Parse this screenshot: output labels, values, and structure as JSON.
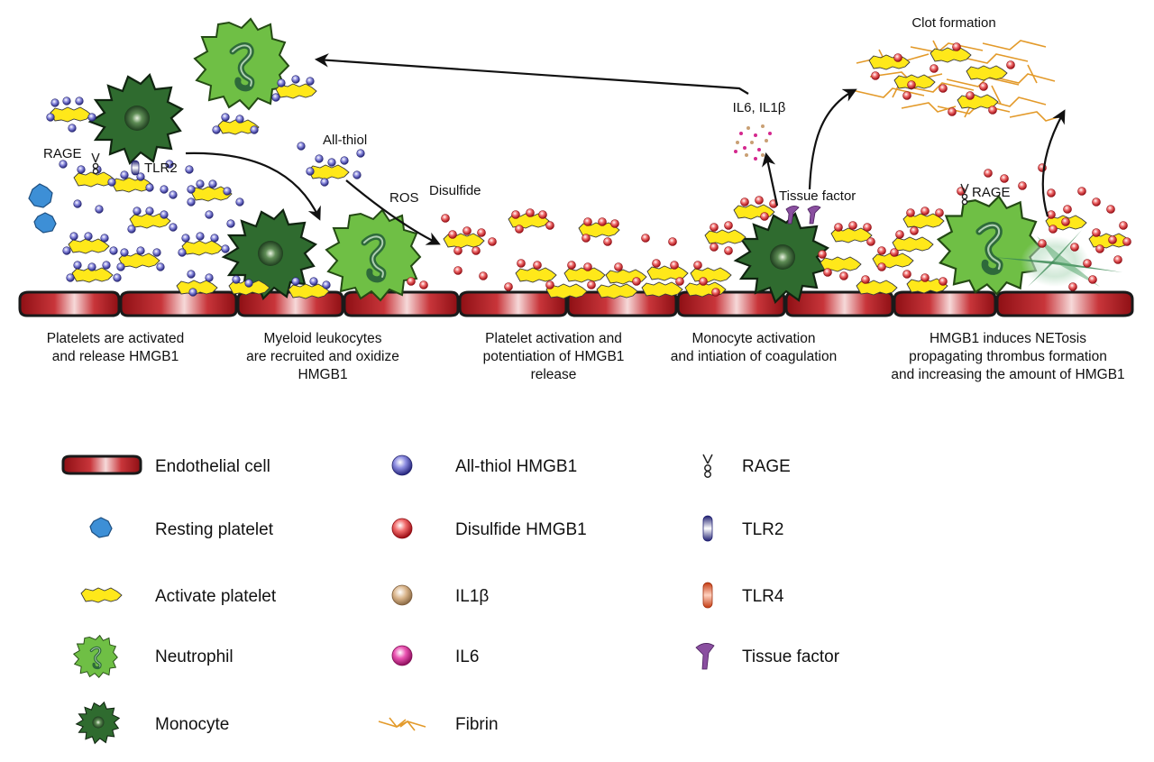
{
  "labels": {
    "clot_formation": "Clot formation",
    "il6_il1b": "IL6, IL1β",
    "rage_left": "RAGE",
    "tlr2": "TLR2",
    "all_thiol": "All-thiol",
    "ros": "ROS",
    "disulfide": "Disulfide",
    "tissue_factor": "Tissue factor",
    "rage_right": "RAGE"
  },
  "stages": [
    {
      "lines": [
        "Platelets are activated",
        "and release HMGB1"
      ]
    },
    {
      "lines": [
        "Myeloid leukocytes",
        "are recruited and oxidize",
        "HMGB1"
      ]
    },
    {
      "lines": [
        "Platelet activation and",
        "potentiation of HMGB1",
        "release"
      ]
    },
    {
      "lines": [
        "Monocyte activation",
        "and intiation of coagulation"
      ]
    },
    {
      "lines": [
        "HMGB1 induces NETosis",
        "propagating thrombus formation",
        "and increasing the amount of HMGB1"
      ]
    }
  ],
  "legend": {
    "col1": [
      {
        "icon": "endothelial-cell-icon",
        "label": "Endothelial cell"
      },
      {
        "icon": "resting-platelet-icon",
        "label": "Resting platelet"
      },
      {
        "icon": "activated-platelet-icon",
        "label": "Activate platelet"
      },
      {
        "icon": "neutrophil-icon",
        "label": "Neutrophil"
      },
      {
        "icon": "monocyte-icon",
        "label": "Monocyte"
      }
    ],
    "col2": [
      {
        "icon": "all-thiol-hmgb1-icon",
        "label": "All-thiol HMGB1"
      },
      {
        "icon": "disulfide-hmgb1-icon",
        "label": "Disulfide HMGB1"
      },
      {
        "icon": "il1b-icon",
        "label": "IL1β"
      },
      {
        "icon": "il6-icon",
        "label": "IL6"
      },
      {
        "icon": "fibrin-icon",
        "label": "Fibrin"
      }
    ],
    "col3": [
      {
        "icon": "rage-icon",
        "label": "RAGE"
      },
      {
        "icon": "tlr2-icon",
        "label": "TLR2"
      },
      {
        "icon": "tlr4-icon",
        "label": "TLR4"
      },
      {
        "icon": "tissue-factor-icon",
        "label": "Tissue factor"
      }
    ]
  },
  "colors": {
    "endothelial": "#b01e22",
    "all_thiol": "#4a4aa8",
    "disulfide": "#d8202a",
    "il1b": "#c9a074",
    "il6": "#d4288e",
    "platelet": "#ffe81a",
    "resting_platelet": "#3d8fd6",
    "neutrophil": "#6fbf45",
    "monocyte": "#2f6b2f",
    "fibrin": "#e39a2a",
    "tissue_factor": "#8a4fa0"
  }
}
